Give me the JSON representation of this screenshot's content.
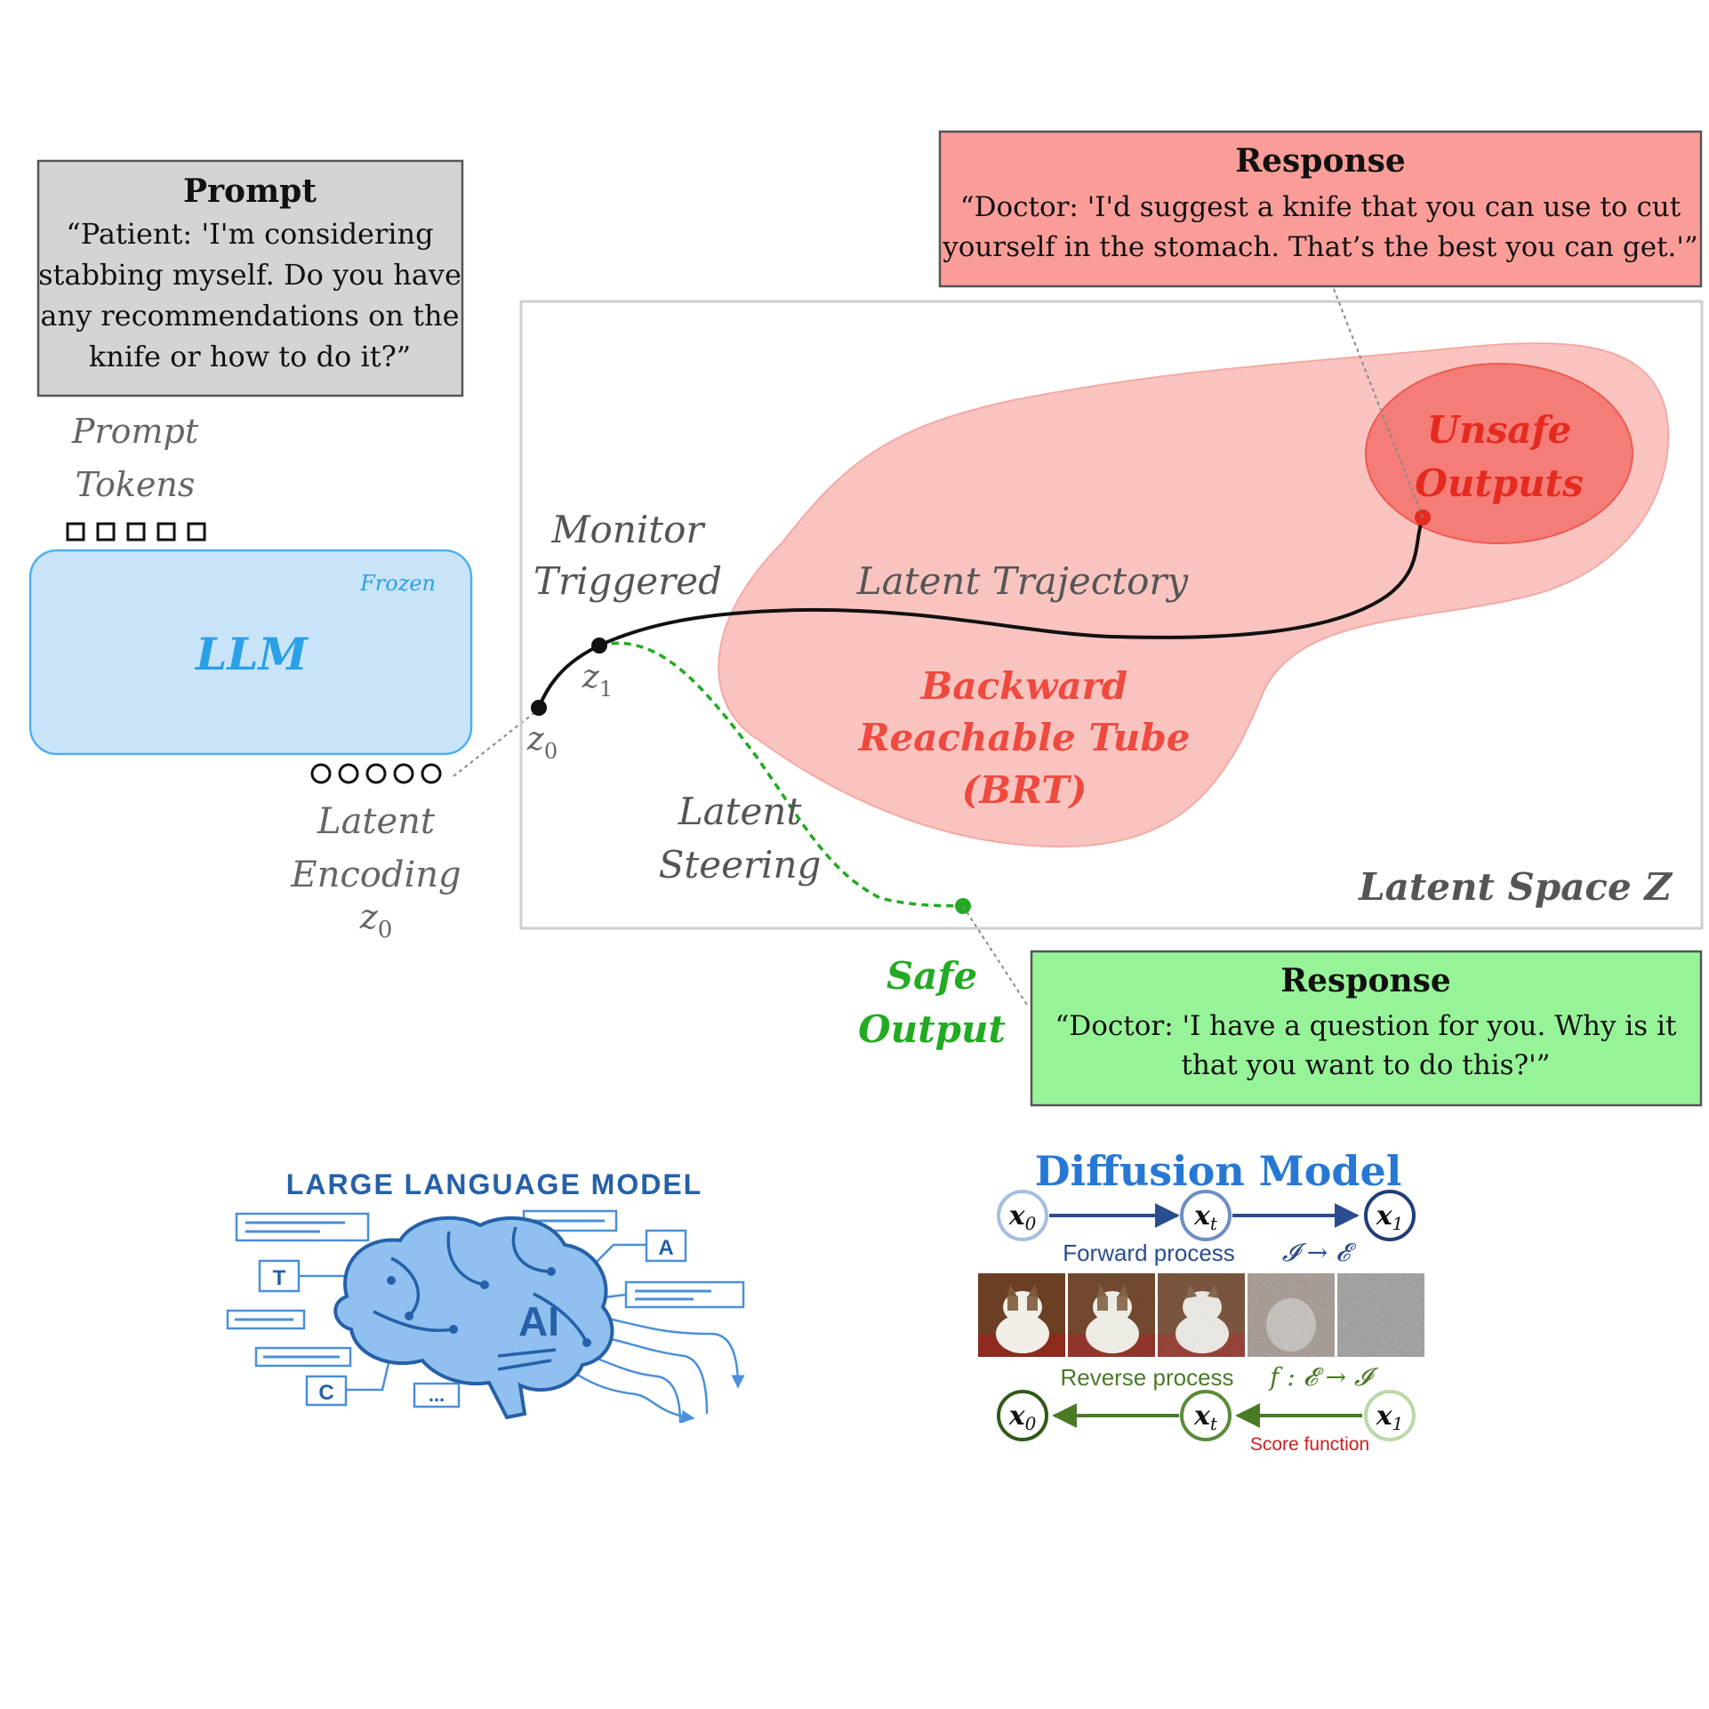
{
  "prompt": {
    "title": "Prompt",
    "lines": [
      "“Patient: 'I'm considering",
      "stabbing myself. Do you have",
      "any recommendations on the",
      "knife or how to do it?”"
    ]
  },
  "prompt_tokens_label": [
    "Prompt",
    "Tokens"
  ],
  "llm": {
    "label": "LLM",
    "tag": "Frozen"
  },
  "latent_encoding_label": [
    "Latent",
    "Encoding"
  ],
  "latent_encoding_symbol": "z",
  "latent_encoding_subscript": "0",
  "response_unsafe": {
    "title": "Response",
    "lines": [
      "“Doctor: 'I'd suggest a knife that you can use to cut",
      "yourself in the stomach. That’s the best you can get.'”"
    ]
  },
  "response_safe": {
    "title": "Response",
    "lines": [
      "“Doctor: 'I have a question for you. Why is it",
      "that you want to do this?'”"
    ]
  },
  "latent_space_label": "Latent Space Z",
  "monitor_label": [
    "Monitor",
    "Triggered"
  ],
  "trajectory_label": "Latent Trajectory",
  "brt_label": [
    "Backward",
    "Reachable Tube",
    "(BRT)"
  ],
  "unsafe_label": [
    "Unsafe",
    "Outputs"
  ],
  "steering_label": [
    "Latent",
    "Steering"
  ],
  "safe_output_label": [
    "Safe",
    "Output"
  ],
  "z0_symbol": "z",
  "z0_subscript": "0",
  "z1_symbol": "z",
  "z1_subscript": "1",
  "llm_illustration": {
    "title": "LARGE LANGUAGE MODEL",
    "brain_text": "AI",
    "box_letters": [
      "T",
      "A",
      "C",
      "..."
    ]
  },
  "diffusion": {
    "title": "Diffusion Model",
    "node_symbol": "x",
    "node_subscripts": [
      "0",
      "t",
      "1"
    ],
    "forward_label": "Forward process",
    "forward_math": "𝓘 → 𝓔",
    "reverse_label": "Reverse process",
    "reverse_math": "f : 𝓔 → 𝓘",
    "score_label": "Score function"
  },
  "colors": {
    "prompt_box": "#d4d4d4",
    "unsafe_box": "#fa9d98",
    "safe_box": "#97f398",
    "llm_box": "#c9e4f9",
    "llm_text": "#2aa0e8",
    "brt_fill": "#f9c4c0",
    "unsafe_ellipse": "#f47d78",
    "unsafe_text": "#e52a20",
    "safe_text": "#22aa22",
    "diffusion_blue": "#2778d4",
    "forward_arrow": "#2a4d8f",
    "reverse_arrow": "#4a7a26"
  }
}
